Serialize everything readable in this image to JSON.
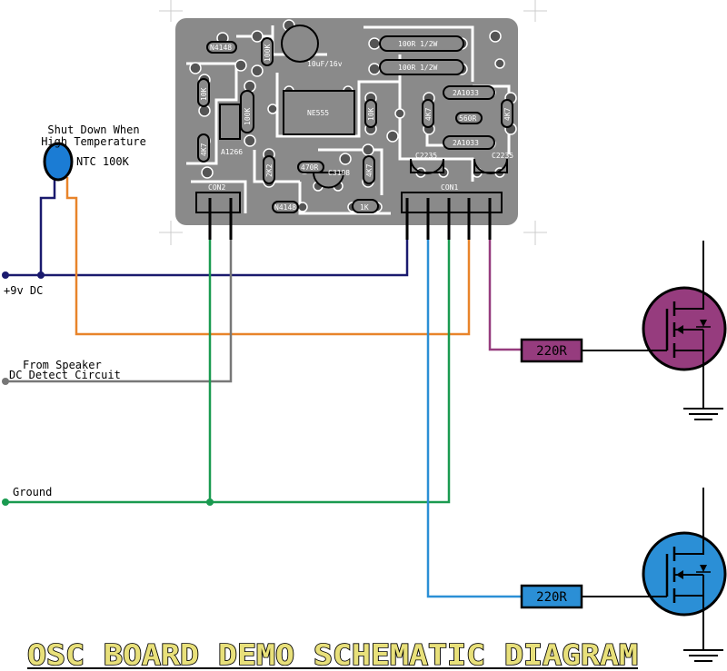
{
  "title": "OSC BOARD DEMO SCHEMATIC DIAGRAM",
  "labels": {
    "ntc_note_line1": "Shut Down When",
    "ntc_note_line2": "High Temperature",
    "ntc_name": "NTC 100K",
    "supply": "+9v DC",
    "speaker_line1": "From Speaker",
    "speaker_line2": "DC Detect Circuit",
    "ground": "Ground",
    "resistor_top": "220R",
    "resistor_bottom": "220R"
  },
  "pcb": {
    "d1": "N4148",
    "r_100k": "100K",
    "cap": "10uF/16v",
    "r_100r_a": "100R 1/2W",
    "r_100r_b": "100R 1/2W",
    "r_10k_a": "10K",
    "r_100k_b": "100K",
    "ic": "NE555",
    "r_10k_b": "10K",
    "r_4k7_a": "4K7",
    "q_2a1033_a": "2A1033",
    "r_4k7_b": "4K7",
    "r_560r": "560R",
    "q_2a1033_b": "2A1033",
    "r_4k7_c": "4K7",
    "q_a1266": "A1266",
    "r_2k2": "2K2",
    "r_470r": "470R",
    "q_c3198": "C3198",
    "r_4k7_d": "4K7",
    "q_c2235_a": "C2235",
    "q_c2235_b": "C2235",
    "con2": "CON2",
    "con1": "CON1",
    "d2": "N4148",
    "r_1k": "1K"
  },
  "colors": {
    "supply": "#1a1a6e",
    "ntc_wire": "#e8842a",
    "speaker_wire": "#777777",
    "ground": "#1a9a50",
    "gate_top": "#963c7e",
    "gate_bottom": "#2b8fd6",
    "pcb_copper": "#8a8a8a",
    "title": "#e8e07a",
    "ntc_body": "#1b7cd4"
  }
}
